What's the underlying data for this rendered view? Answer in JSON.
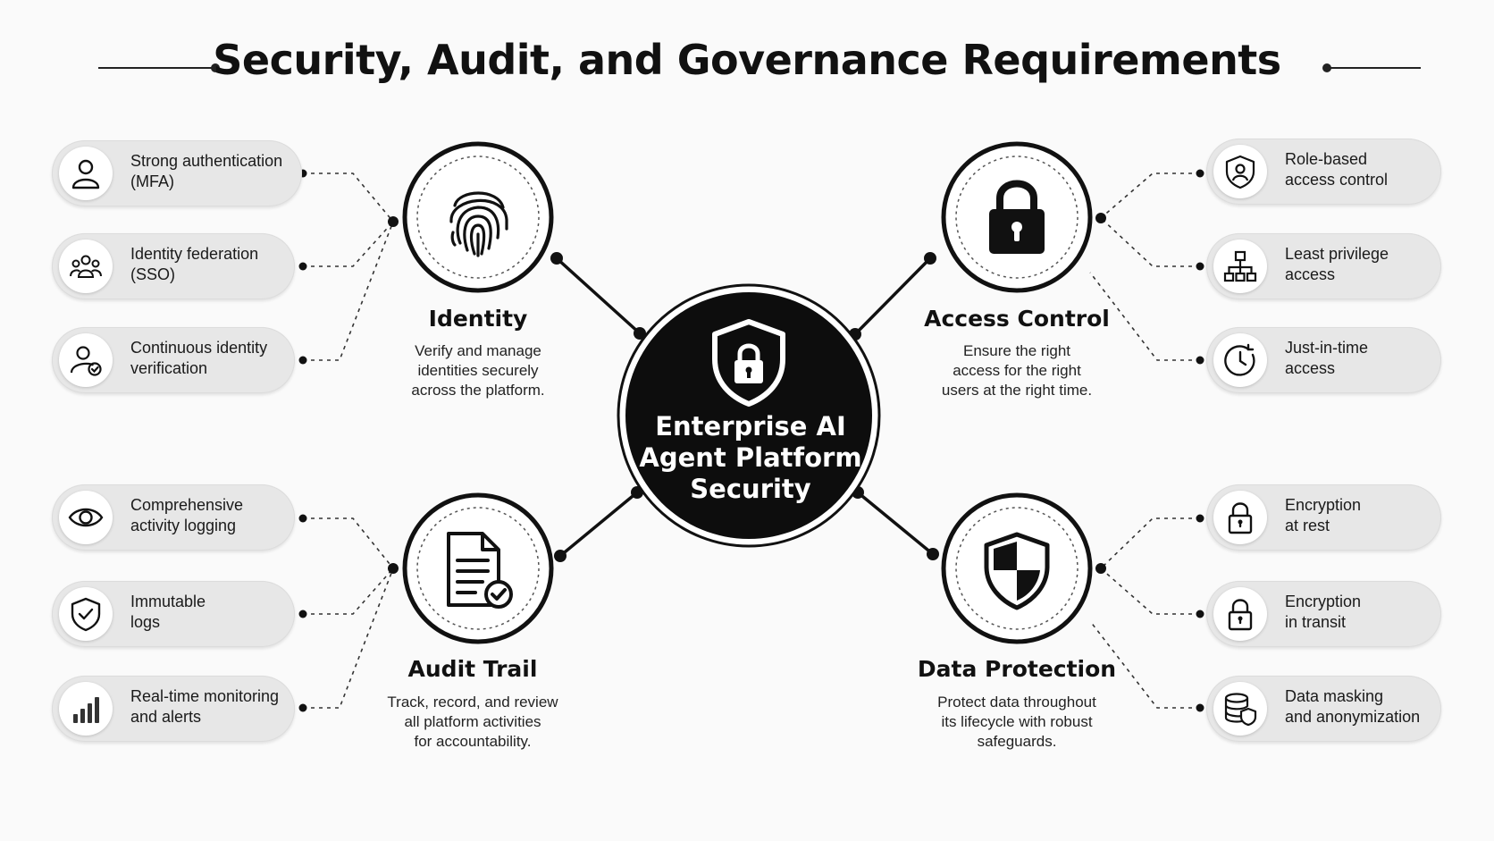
{
  "title": "Security, Audit, and Governance Requirements",
  "center": {
    "lines": [
      "Enterprise AI",
      "Agent Platform",
      "Security"
    ],
    "icon": "shield-lock-icon"
  },
  "sections": {
    "identity": {
      "title": "Identity",
      "icon": "fingerprint-icon",
      "desc": [
        "Verify and manage",
        "identities securely",
        "across the platform."
      ],
      "items": [
        {
          "icon": "user-icon",
          "lines": [
            "Strong authentication",
            "(MFA)"
          ]
        },
        {
          "icon": "users-group-icon",
          "lines": [
            "Identity federation",
            "(SSO)"
          ]
        },
        {
          "icon": "user-check-icon",
          "lines": [
            "Continuous identity",
            "verification"
          ]
        }
      ]
    },
    "access_control": {
      "title": "Access Control",
      "icon": "padlock-icon",
      "desc": [
        "Ensure the right",
        "access for the right",
        "users at the right time."
      ],
      "items": [
        {
          "icon": "shield-user-icon",
          "lines": [
            "Role-based",
            "access control"
          ]
        },
        {
          "icon": "hierarchy-icon",
          "lines": [
            "Least privilege",
            "access"
          ]
        },
        {
          "icon": "clock-icon",
          "lines": [
            "Just-in-time",
            "access"
          ]
        }
      ]
    },
    "audit_trail": {
      "title": "Audit Trail",
      "icon": "document-check-icon",
      "desc": [
        "Track, record, and review",
        "all platform activities",
        "for accountability."
      ],
      "items": [
        {
          "icon": "eye-icon",
          "lines": [
            "Comprehensive",
            "activity logging"
          ]
        },
        {
          "icon": "shield-check-icon",
          "lines": [
            "Immutable",
            "logs"
          ]
        },
        {
          "icon": "bar-chart-icon",
          "lines": [
            "Real-time monitoring",
            "and alerts"
          ]
        }
      ]
    },
    "data_protection": {
      "title": "Data Protection",
      "icon": "checkered-shield-icon",
      "desc": [
        "Protect data throughout",
        "its lifecycle with robust",
        "safeguards."
      ],
      "items": [
        {
          "icon": "lock-icon",
          "lines": [
            "Encryption",
            "at rest"
          ]
        },
        {
          "icon": "lock-icon",
          "lines": [
            "Encryption",
            "in transit"
          ]
        },
        {
          "icon": "database-shield-icon",
          "lines": [
            "Data masking",
            "and anonymization"
          ]
        }
      ]
    }
  }
}
